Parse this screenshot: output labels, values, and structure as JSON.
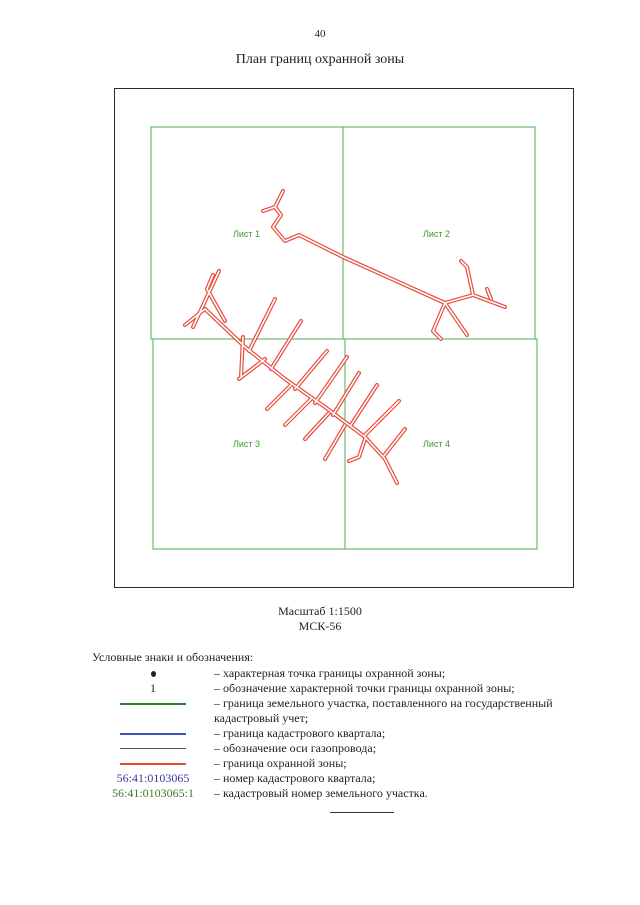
{
  "page_number": "40",
  "title": "План границ охранной зоны",
  "plan": {
    "sheets": [
      "Лист 1",
      "Лист 2",
      "Лист 3",
      "Лист 4"
    ],
    "colors": {
      "sheet_grid": "#4caf50",
      "zone_boundary": "#e74c3c",
      "frame": "#2a2a2a"
    }
  },
  "scale": {
    "label": "Масштаб 1:1500",
    "crs": "МСК-56"
  },
  "legend": {
    "heading": "Условные знаки и обозначения:",
    "items": [
      {
        "symbol": "dot",
        "text": "– характерная точка границы охранной зоны;"
      },
      {
        "symbol": "text",
        "symbol_text": "1",
        "text": "– обозначение характерной точки границы охранной зоны;"
      },
      {
        "symbol": "line",
        "color": "#2e7d32",
        "text": "– граница земельного участка, поставленного на государственный кадастровый учет;"
      },
      {
        "symbol": "line",
        "color": "#3f51b5",
        "text": "– граница кадастрового квартала;"
      },
      {
        "symbol": "line",
        "color": "#555555",
        "text": "– обозначение оси газопровода;"
      },
      {
        "symbol": "line",
        "color": "#e74c3c",
        "text": "– граница охранной зоны;"
      },
      {
        "symbol": "text-blue",
        "symbol_text": "56:41:0103065",
        "text": "– номер кадастрового квартала;"
      },
      {
        "symbol": "text-green",
        "symbol_text": "56:41:0103065:1",
        "text": "– кадастровый номер земельного участка."
      }
    ]
  }
}
